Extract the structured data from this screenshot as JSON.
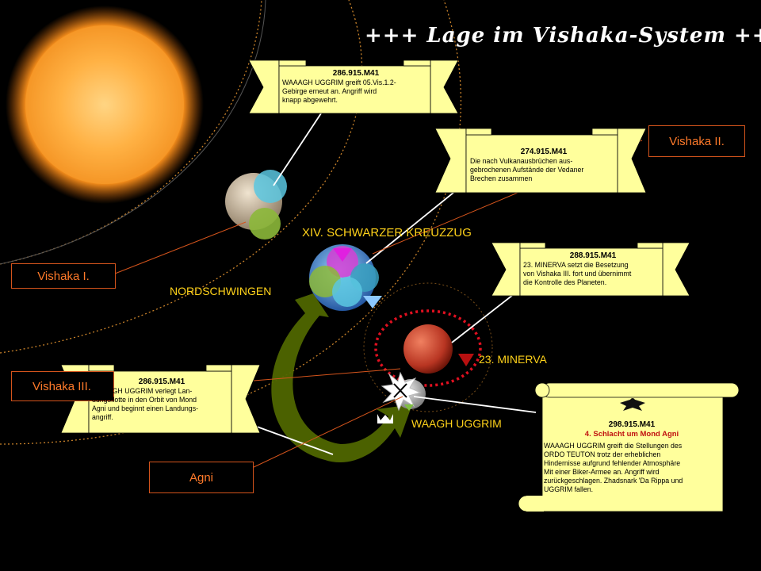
{
  "title": "+++ Lage im Vishaka-System +++",
  "colors": {
    "background": "#000000",
    "orbit": "#c9822a",
    "scroll": "#ffff9c",
    "label_yellow": "#ffd21a",
    "label_box_text": "#ff7a2a",
    "label_box_border": "#d4541c",
    "accent_red": "#c01010",
    "arrow_green": "#4f6600"
  },
  "bodies": {
    "sun": "sun",
    "vishaka_1_planet": "pale planet",
    "vishaka_2_planet": "mixed planet",
    "vishaka_3_planet": "red planet",
    "agni_moon": "grey moon"
  },
  "labels": {
    "vishaka_1": "Vishaka I.",
    "vishaka_2": "Vishaka II.",
    "vishaka_3": "Vishaka III.",
    "agni": "Agni",
    "crusade": "XIV. SCHWARZER KREUZZUG",
    "nordschwingen": "NORDSCHWINGEN",
    "minerva": "23. MINERVA",
    "waagh": "WAAGH UGGRIM"
  },
  "notes": [
    {
      "date": "286.915.M41",
      "text": "WAAAGH UGGRIM   greift  05.Vis.1.2-\nGebirge erneut an. Angriff wird\nknapp abgewehrt."
    },
    {
      "date": "274.915.M41",
      "text": "Die nach Vulkanausbrüchen aus-\ngebrochenen Aufstände der Vedaner\nBrechen zusammen"
    },
    {
      "date": "288.915.M41",
      "text": "23. MINERVA   setzt die Besetzung\nvon Vishaka III.  fort und übernimmt\ndie  Kontrolle des Planeten."
    },
    {
      "date": "286.915.M41",
      "text": "WAAAGH UGGRIM  verlegt Lan-\ndungsflotte  in den Orbit von Mond\nAgni und beginnt einen Landungs-\nangriff."
    },
    {
      "date": "298.915.M41",
      "heading": "4. Schlacht um Mond Agni",
      "text": "WAAAGH UGGRIM  greift die Stellungen des\nORDO  TEUTON  trotz der erheblichen\nHindernisse aufgrund fehlender Atmosphäre\nMit einer Biker-Armee an. Angriff wird\nzurückgeschlagen. Zhadsnark 'Da Rippa  und\nUGGRIM   fallen."
    }
  ],
  "icons": {
    "aquila": "aquila-icon",
    "crown": "crown-icon",
    "battle": "battle-burst-icon"
  }
}
